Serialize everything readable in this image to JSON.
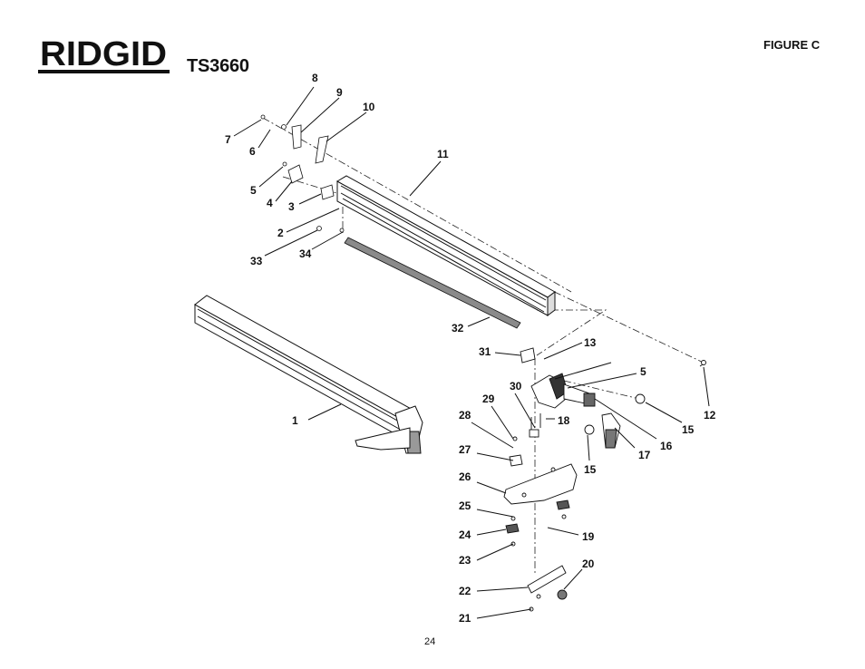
{
  "brand": "RIDGID",
  "model": "TS3660",
  "figure_label": "FIGURE C",
  "page_number": "24",
  "callouts": [
    "1",
    "2",
    "3",
    "4",
    "5",
    "6",
    "7",
    "8",
    "9",
    "10",
    "11",
    "12",
    "13",
    "5",
    "15",
    "16",
    "17",
    "18",
    "15",
    "19",
    "20",
    "21",
    "22",
    "23",
    "24",
    "25",
    "26",
    "27",
    "28",
    "29",
    "30",
    "31",
    "32",
    "33",
    "34"
  ]
}
